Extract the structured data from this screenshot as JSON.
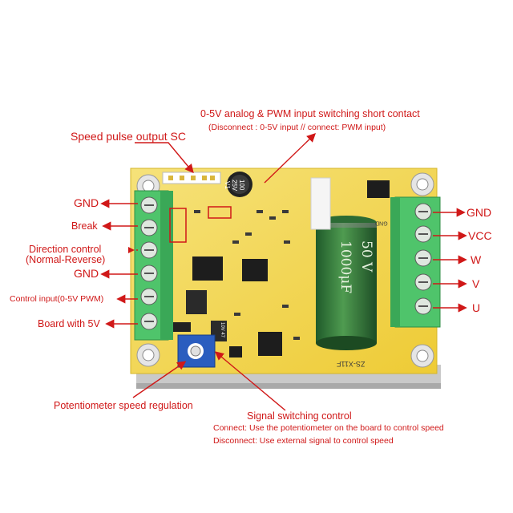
{
  "labels": {
    "top_switch_title": "0-5V analog & PWM input switching short contact",
    "top_switch_sub": "(Disconnect : 0-5V input  //  connect:  PWM input)",
    "speed_pulse": "Speed pulse output SC",
    "left_gnd_1": "GND",
    "break": "Break",
    "direction_1": "Direction control",
    "direction_2": "(Normal-Reverse)",
    "left_gnd_2": "GND",
    "control_input": "Control input(0-5V PWM)",
    "board_5v": "Board with 5V",
    "pot_speed": "Potentiometer speed regulation",
    "signal_switch": "Signal switching control",
    "signal_connect": "Connect: Use the potentiometer on the board to control speed",
    "signal_disconnect": "Disconnect: Use external signal to control speed",
    "right_gnd": "GND",
    "right_vcc": "VCC",
    "right_w": "W",
    "right_v": "V",
    "right_u": "U"
  },
  "board_text": {
    "cap_big_1": "1000μF",
    "cap_big_2": "50 V",
    "cap_small_1": "100",
    "cap_small_2": "25V",
    "cap_small_3": "V1",
    "cap_tiny": "10V 47",
    "model": "ZS-X11F",
    "silk_gnd": "GND"
  },
  "colors": {
    "label_red": "#d01818",
    "board_yellow": "#f2d84a",
    "terminal_green": "#4fc46b",
    "heatsink": "#c8c8c8"
  }
}
